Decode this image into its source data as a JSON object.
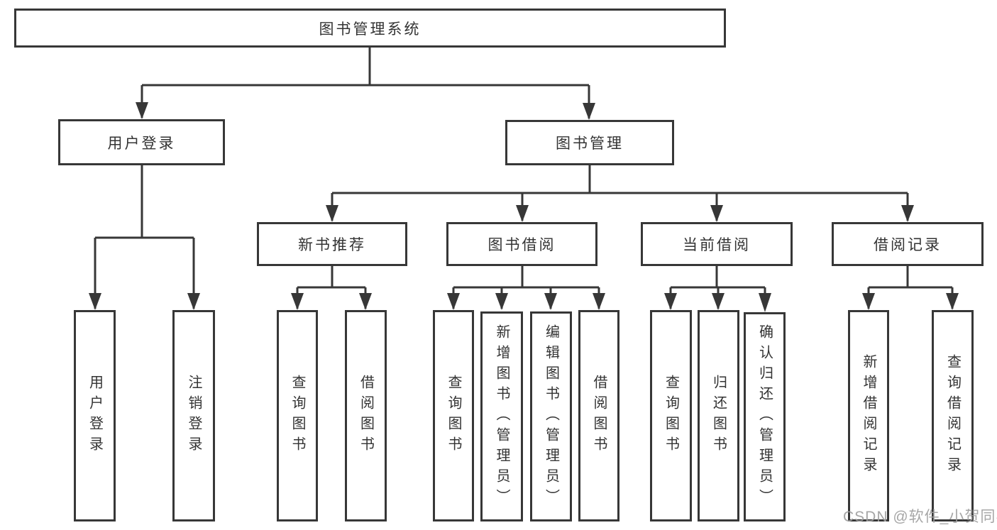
{
  "tree": {
    "root_label": "图书管理系统",
    "branches": [
      {
        "label": "用户登录",
        "children": [
          {
            "label": "用户登录"
          },
          {
            "label": "注销登录"
          }
        ]
      },
      {
        "label": "图书管理",
        "groups": [
          {
            "label": "新书推荐",
            "children": [
              {
                "label": "查询图书"
              },
              {
                "label": "借阅图书"
              }
            ]
          },
          {
            "label": "图书借阅",
            "children": [
              {
                "label": "查询图书"
              },
              {
                "label": "新增图书（管理员）"
              },
              {
                "label": "编辑图书（管理员）"
              },
              {
                "label": "借阅图书"
              }
            ]
          },
          {
            "label": "当前借阅",
            "children": [
              {
                "label": "查询图书"
              },
              {
                "label": "归还图书"
              },
              {
                "label": "确认归还（管理员）"
              }
            ]
          },
          {
            "label": "借阅记录",
            "children": [
              {
                "label": "新增借阅记录"
              },
              {
                "label": "查询借阅记录"
              }
            ]
          }
        ]
      }
    ]
  },
  "watermark": {
    "text": "CSDN @软件_小贺同学"
  },
  "colors": {
    "line": "#373737",
    "box_border": "#373737",
    "text": "#333333",
    "background": "#ffffff",
    "watermark": "#9e9e9e"
  }
}
